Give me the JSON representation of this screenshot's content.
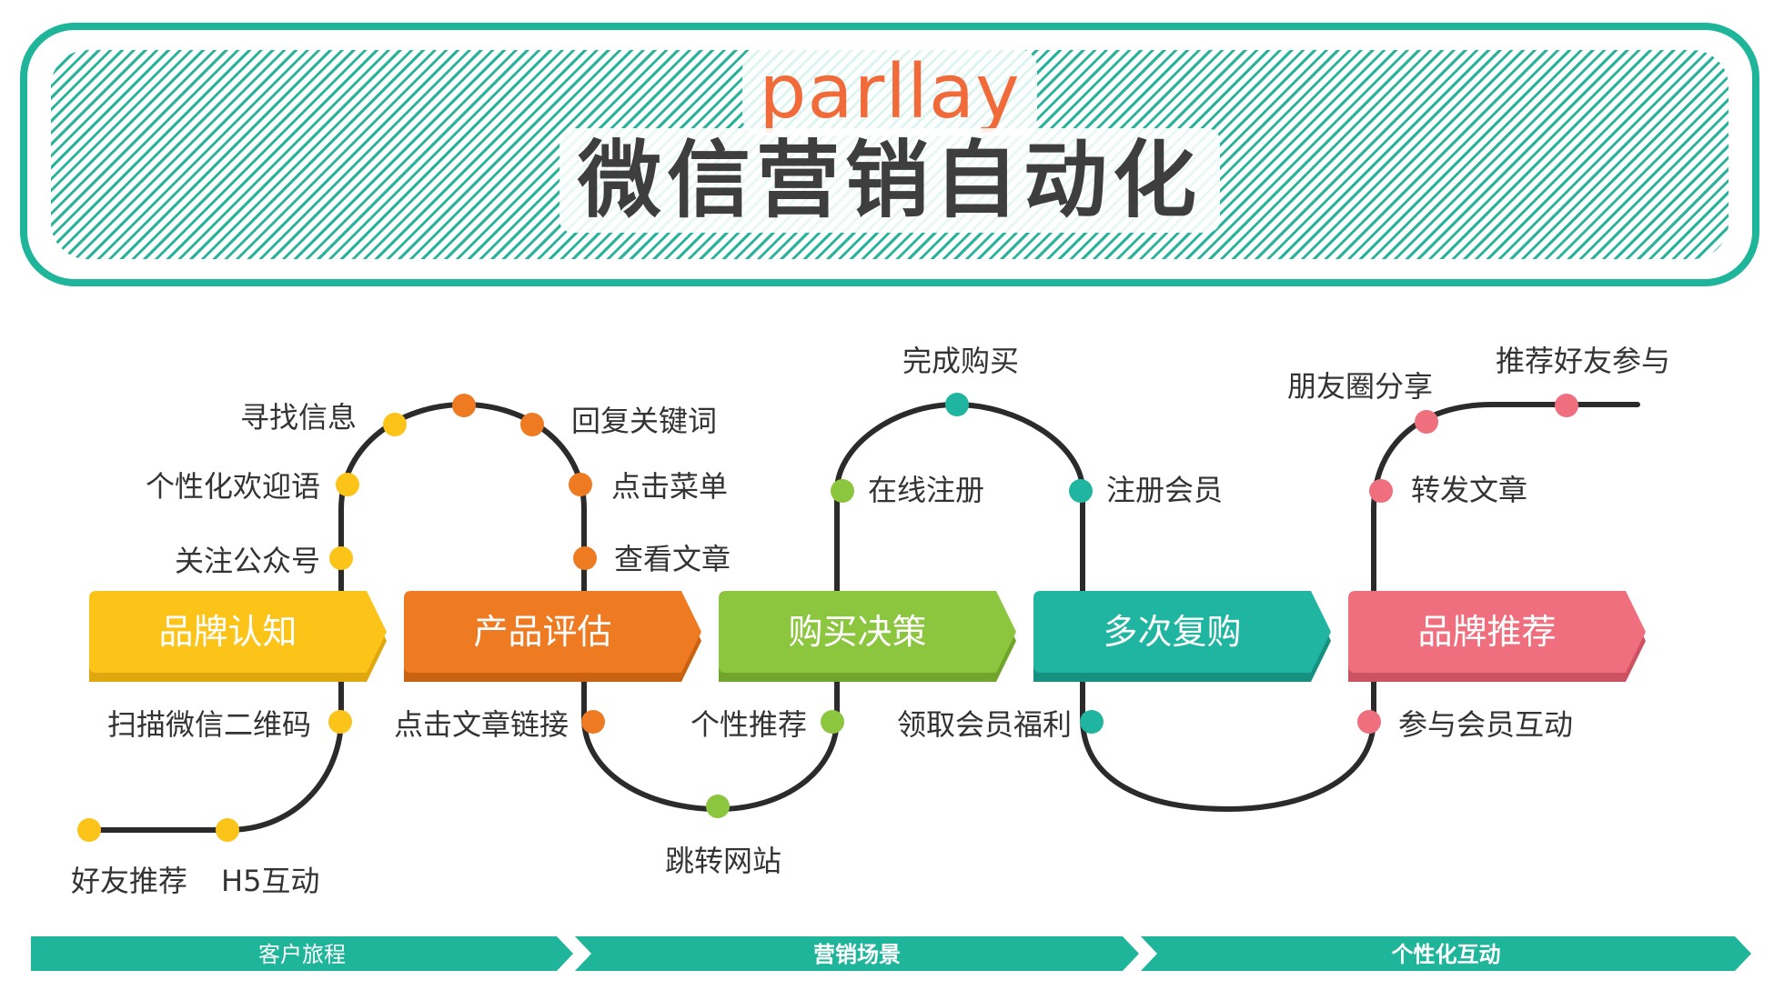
{
  "header": {
    "logo_text": "parllay",
    "title": "微信营销自动化"
  },
  "colors": {
    "teal": "#1fb59b",
    "yellow": "#fcc419",
    "orange": "#ee7a21",
    "green": "#8cc63f",
    "cyan": "#1fb5a0",
    "pink": "#ef6f7f",
    "line": "#2b2b2b",
    "text": "#333333"
  },
  "stages": [
    {
      "label": "品牌认知",
      "color": "#fcc419",
      "shade": "#e0a70e"
    },
    {
      "label": "产品评估",
      "color": "#ee7a21",
      "shade": "#c96312"
    },
    {
      "label": "购买决策",
      "color": "#8cc63f",
      "shade": "#6fa52b"
    },
    {
      "label": "多次复购",
      "color": "#1fb5a0",
      "shade": "#15917f"
    },
    {
      "label": "品牌推荐",
      "color": "#ef6f7f",
      "shade": "#cc5262"
    }
  ],
  "touchpoints": [
    {
      "label": "好友推荐",
      "color": "#fcc419"
    },
    {
      "label": "H5互动",
      "color": "#fcc419"
    },
    {
      "label": "扫描微信二维码",
      "color": "#fcc419"
    },
    {
      "label": "关注公众号",
      "color": "#fcc419"
    },
    {
      "label": "个性化欢迎语",
      "color": "#fcc419"
    },
    {
      "label": "寻找信息",
      "color": "#fcc419"
    },
    {
      "label": "",
      "color": "#ee7a21"
    },
    {
      "label": "回复关键词",
      "color": "#ee7a21"
    },
    {
      "label": "点击菜单",
      "color": "#ee7a21"
    },
    {
      "label": "查看文章",
      "color": "#ee7a21"
    },
    {
      "label": "点击文章链接",
      "color": "#ee7a21"
    },
    {
      "label": "跳转网站",
      "color": "#8cc63f"
    },
    {
      "label": "个性推荐",
      "color": "#8cc63f"
    },
    {
      "label": "在线注册",
      "color": "#8cc63f"
    },
    {
      "label": "完成购买",
      "color": "#1fb5a0"
    },
    {
      "label": "注册会员",
      "color": "#1fb5a0"
    },
    {
      "label": "领取会员福利",
      "color": "#1fb5a0"
    },
    {
      "label": "参与会员互动",
      "color": "#ef6f7f"
    },
    {
      "label": "转发文章",
      "color": "#ef6f7f"
    },
    {
      "label": "朋友圈分享",
      "color": "#ef6f7f"
    },
    {
      "label": "推荐好友参与",
      "color": "#ef6f7f"
    }
  ],
  "footer": {
    "sections": [
      {
        "label": "客户旅程"
      },
      {
        "label": "营销场景"
      },
      {
        "label": "个性化互动"
      }
    ]
  }
}
